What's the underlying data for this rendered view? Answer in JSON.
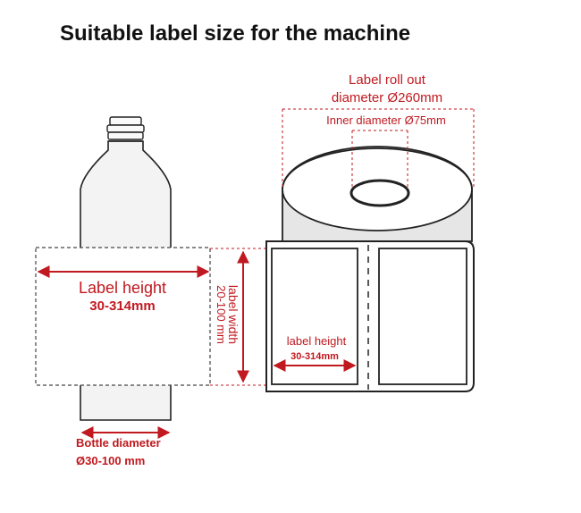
{
  "title": "Suitable label size for the machine",
  "bottle": {
    "label_height_line1": "Label height",
    "label_height_line2": "30-314mm",
    "label_width_line1": "label width",
    "label_width_line2": "20-100 mm",
    "bottle_diameter_line1": "Bottle diameter",
    "bottle_diameter_line2": "Ø30-100 mm"
  },
  "roll": {
    "outer_diameter_line1": "Label roll out",
    "outer_diameter_line2": "diameter Ø260mm",
    "inner_diameter": "Inner  diameter Ø75mm",
    "label_height_line1": "label height",
    "label_height_line2": "30-314mm"
  },
  "colors": {
    "accent": "#c0191f",
    "outline": "#222222",
    "shade": "#e6e6e6",
    "title": "#111111"
  }
}
